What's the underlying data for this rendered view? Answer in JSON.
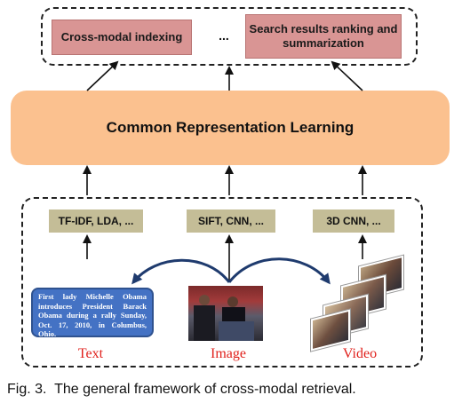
{
  "top": {
    "indexing_label": "Cross-modal indexing",
    "ellipsis": "...",
    "ranking_label": "Search results ranking and summarization"
  },
  "center": {
    "label": "Common Representation Learning"
  },
  "features": {
    "text": "TF-IDF, LDA, ...",
    "image": "SIFT, CNN, ...",
    "video": "3D CNN, ..."
  },
  "modalities": {
    "text_sample": "First lady Michelle Obama introduces President Barack Obama during a rally Sunday, Oct. 17, 2010, in Columbus, Ohio.",
    "text_label": "Text",
    "image_label": "Image",
    "video_label": "Video"
  },
  "caption": "Fig. 3.  The general framework of cross-modal retrieval.",
  "colors": {
    "pink": "#d99594",
    "orange": "#fbc18f",
    "khaki": "#c4bd97",
    "text_card": "#4472c4",
    "modality_label": "#e0211c",
    "connector": "#1f3b6e"
  }
}
